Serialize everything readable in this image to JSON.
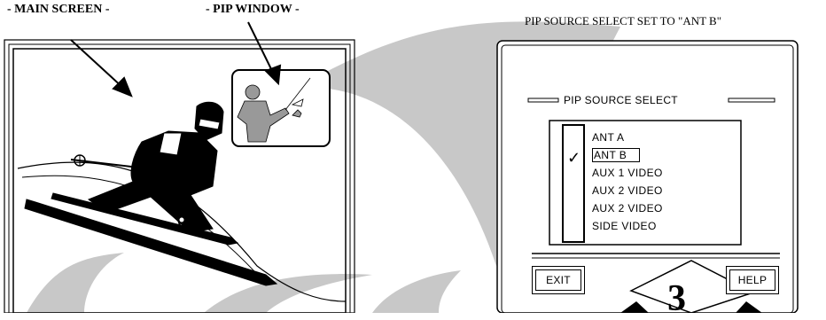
{
  "labels": {
    "main_screen": "- MAIN SCREEN -",
    "pip_window": "- PIP WINDOW -",
    "caption": "PIP SOURCE SELECT SET TO \"ANT B\""
  },
  "menu": {
    "title": "PIP SOURCE SELECT",
    "options": [
      "ANT A",
      "ANT B",
      "AUX 1 VIDEO",
      "AUX 2 VIDEO",
      "AUX 2 VIDEO",
      "SIDE VIDEO"
    ],
    "selected": "ANT B",
    "check_mark": "✓"
  },
  "buttons": {
    "exit": "EXIT",
    "help": "HELP"
  },
  "step_number": "3",
  "colors": {
    "ink": "#000000",
    "beam": "#c8c8c8",
    "paper": "#ffffff"
  }
}
